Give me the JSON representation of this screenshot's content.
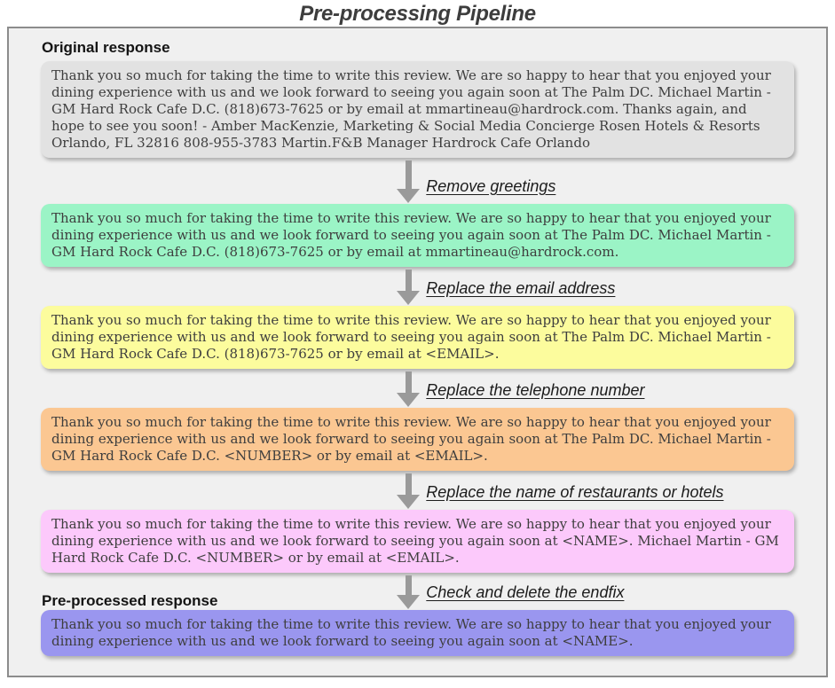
{
  "title": "Pre-processing Pipeline",
  "sections": {
    "original_label": "Original response",
    "preprocessed_label": "Pre-processed response"
  },
  "colors": {
    "container_bg": "#f0f0f0",
    "container_border": "#8c8c8c",
    "arrow": "#9a9a9a"
  },
  "boxes": [
    {
      "name": "original-response",
      "color": "#e2e2e2",
      "text": "Thank you so much for taking the time to write this review. We are so happy to hear that you enjoyed your dining experience with us and we look forward to seeing you again soon at The Palm DC. Michael Martin - GM Hard Rock Cafe D.C. (818)673-7625 or by email at mmartineau@hardrock.com. Thanks again, and hope to see you soon! - Amber MacKenzie, Marketing & Social Media Concierge Rosen Hotels & Resorts Orlando, FL 32816 808-955-3783 Martin.F&B Manager Hardrock Cafe Orlando"
    },
    {
      "name": "after-remove-greetings",
      "color": "#9bf4c6",
      "text": "Thank you so much for taking the time to write this review. We are so happy to hear that you enjoyed your dining experience with us and we look forward to seeing you again soon at The Palm DC. Michael Martin - GM Hard Rock Cafe D.C. (818)673-7625 or by email at mmartineau@hardrock.com."
    },
    {
      "name": "after-replace-email",
      "color": "#fcfc9d",
      "text": "Thank you so much for taking the time to write this review. We are so happy to hear that you enjoyed your dining experience with us and we look forward to seeing you again soon at The Palm DC. Michael Martin - GM Hard Rock Cafe D.C. (818)673-7625 or by email at <EMAIL>."
    },
    {
      "name": "after-replace-phone",
      "color": "#fbc792",
      "text": "Thank you so much for taking the time to write this review. We are so happy to hear that you enjoyed your dining experience with us and we look forward to seeing you again soon at The Palm DC. Michael Martin - GM Hard Rock Cafe D.C. <NUMBER> or by email at <EMAIL>."
    },
    {
      "name": "after-replace-name",
      "color": "#fcc9fb",
      "text": "Thank you so much for taking the time to write this review. We are so happy to hear that you enjoyed your dining experience with us and we look forward to seeing you again soon at <NAME>. Michael Martin - GM Hard Rock Cafe D.C. <NUMBER> or by email at <EMAIL>."
    },
    {
      "name": "preprocessed-response",
      "color": "#9a96ef",
      "text": "Thank you so much for taking the time to write this review. We are so happy to hear that you enjoyed your dining experience with us and we look forward to seeing you again soon at <NAME>."
    }
  ],
  "arrow_labels": [
    "Remove greetings",
    "Replace the email address",
    "Replace the telephone number",
    "Replace the name of restaurants or hotels",
    "Check and delete the endfix"
  ]
}
